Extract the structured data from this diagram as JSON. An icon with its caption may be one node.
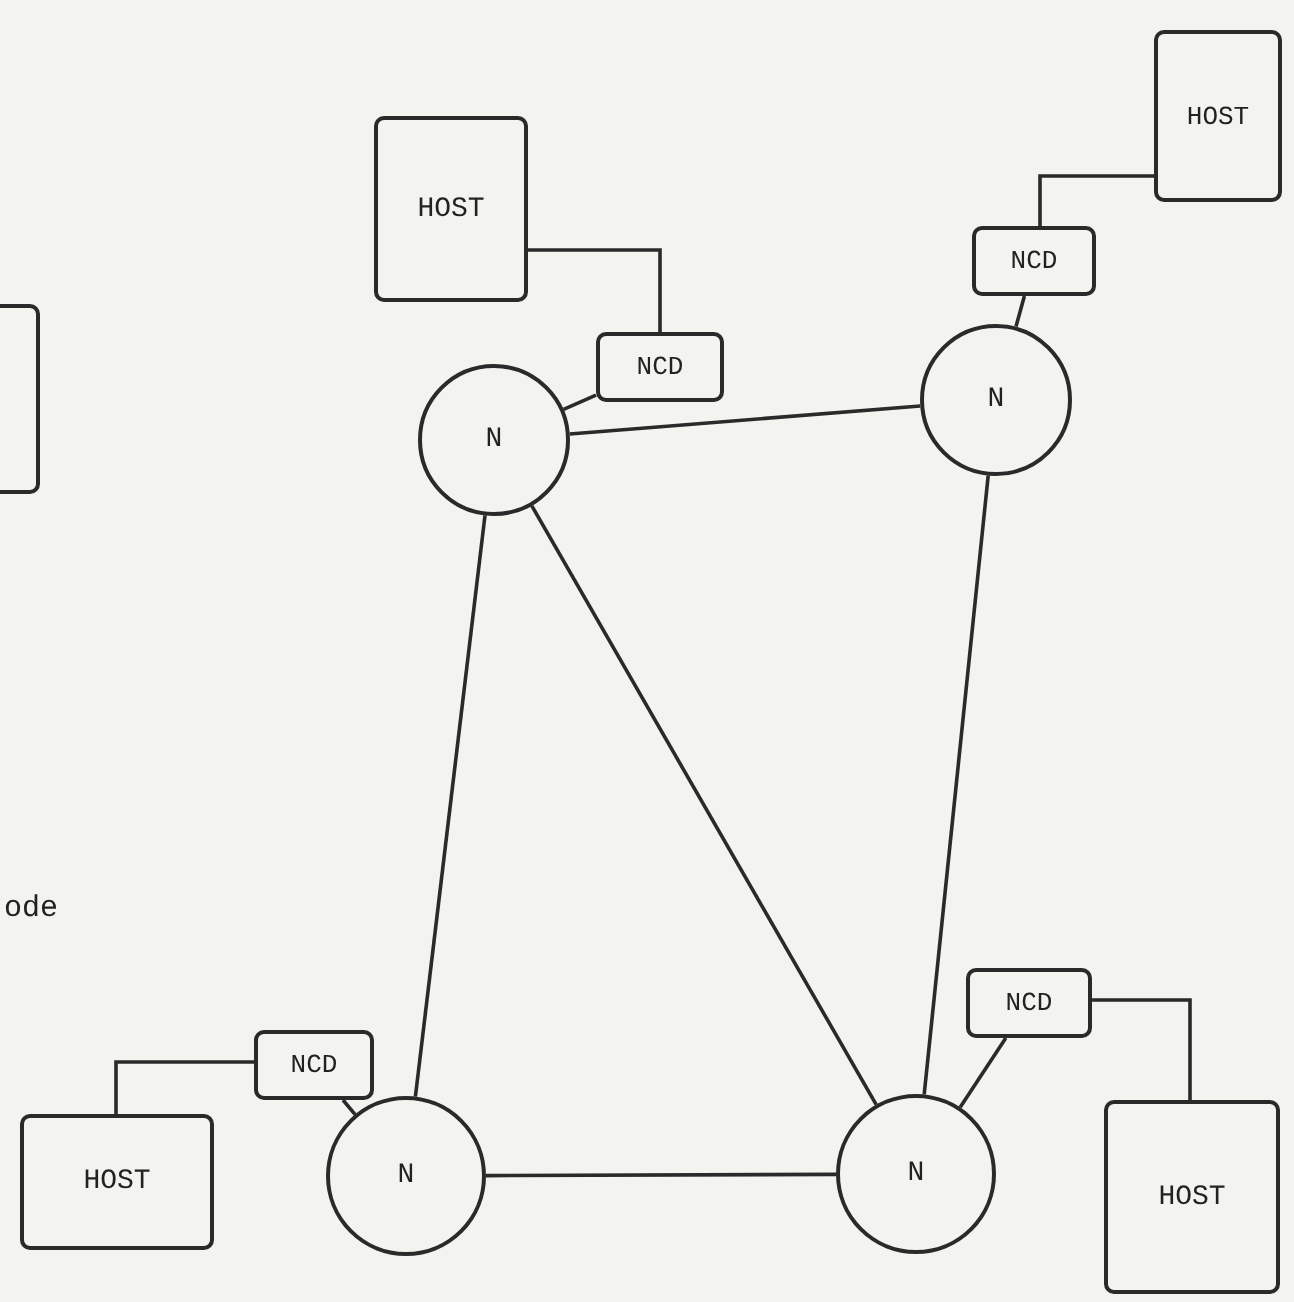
{
  "diagram": {
    "nodes": [
      {
        "text": [],
        "shape": "box"
      },
      {
        "text": [
          "HOST"
        ]
      },
      {
        "text": [
          "HOST"
        ]
      },
      {
        "text": [
          "NCD"
        ]
      },
      {
        "text": [
          "NCD"
        ]
      },
      {
        "text": [
          "N"
        ]
      },
      {
        "text": [
          "N"
        ]
      },
      {
        "text": [
          "NCD"
        ]
      },
      {
        "text": [
          "NCD"
        ]
      },
      {
        "text": [
          "HOST"
        ]
      },
      {
        "text": [
          "N"
        ]
      },
      {
        "text": [
          "N"
        ]
      },
      {
        "text": [
          "HOST"
        ]
      }
    ],
    "edges": [
      {
        "from": 1,
        "to": 4,
        "arrow": "none"
      },
      {
        "from": 4,
        "to": 5,
        "arrow": "none"
      },
      {
        "from": 2,
        "to": 3,
        "arrow": "none"
      },
      {
        "from": 3,
        "to": 6,
        "arrow": "none"
      },
      {
        "from": 5,
        "to": 6,
        "arrow": "none"
      },
      {
        "from": 5,
        "to": 10,
        "arrow": "none"
      },
      {
        "from": 5,
        "to": 11,
        "arrow": "none"
      },
      {
        "from": 6,
        "to": 11,
        "arrow": "none"
      },
      {
        "from": 7,
        "to": 9,
        "arrow": "none"
      },
      {
        "from": 7,
        "to": 10,
        "arrow": "none"
      },
      {
        "from": 8,
        "to": 11,
        "arrow": "none"
      },
      {
        "from": 8,
        "to": 12,
        "arrow": "none"
      },
      {
        "from": 10,
        "to": 11,
        "arrow": "none"
      }
    ],
    "labels": [
      "ode"
    ]
  }
}
